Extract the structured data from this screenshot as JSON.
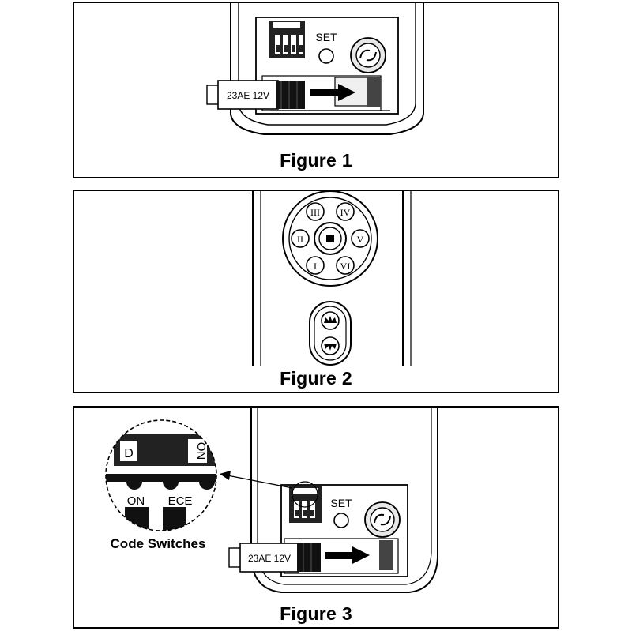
{
  "figure1": {
    "caption": "Figure 1",
    "set_label": "SET",
    "battery_label": "23AE 12V"
  },
  "figure2": {
    "caption": "Figure 2",
    "buttons": [
      "III",
      "IV",
      "II",
      "V",
      "I",
      "VI"
    ]
  },
  "figure3": {
    "caption": "Figure 3",
    "set_label": "SET",
    "battery_label": "23AE 12V",
    "zoom_label_d": "D",
    "zoom_label_on_top": "ON",
    "zoom_label_on": "ON",
    "zoom_label_ece": "ECE",
    "callout": "Code Switches"
  },
  "colors": {
    "stroke": "#000000",
    "gray": "#d8d8d8",
    "dark": "#1a1a1a"
  }
}
